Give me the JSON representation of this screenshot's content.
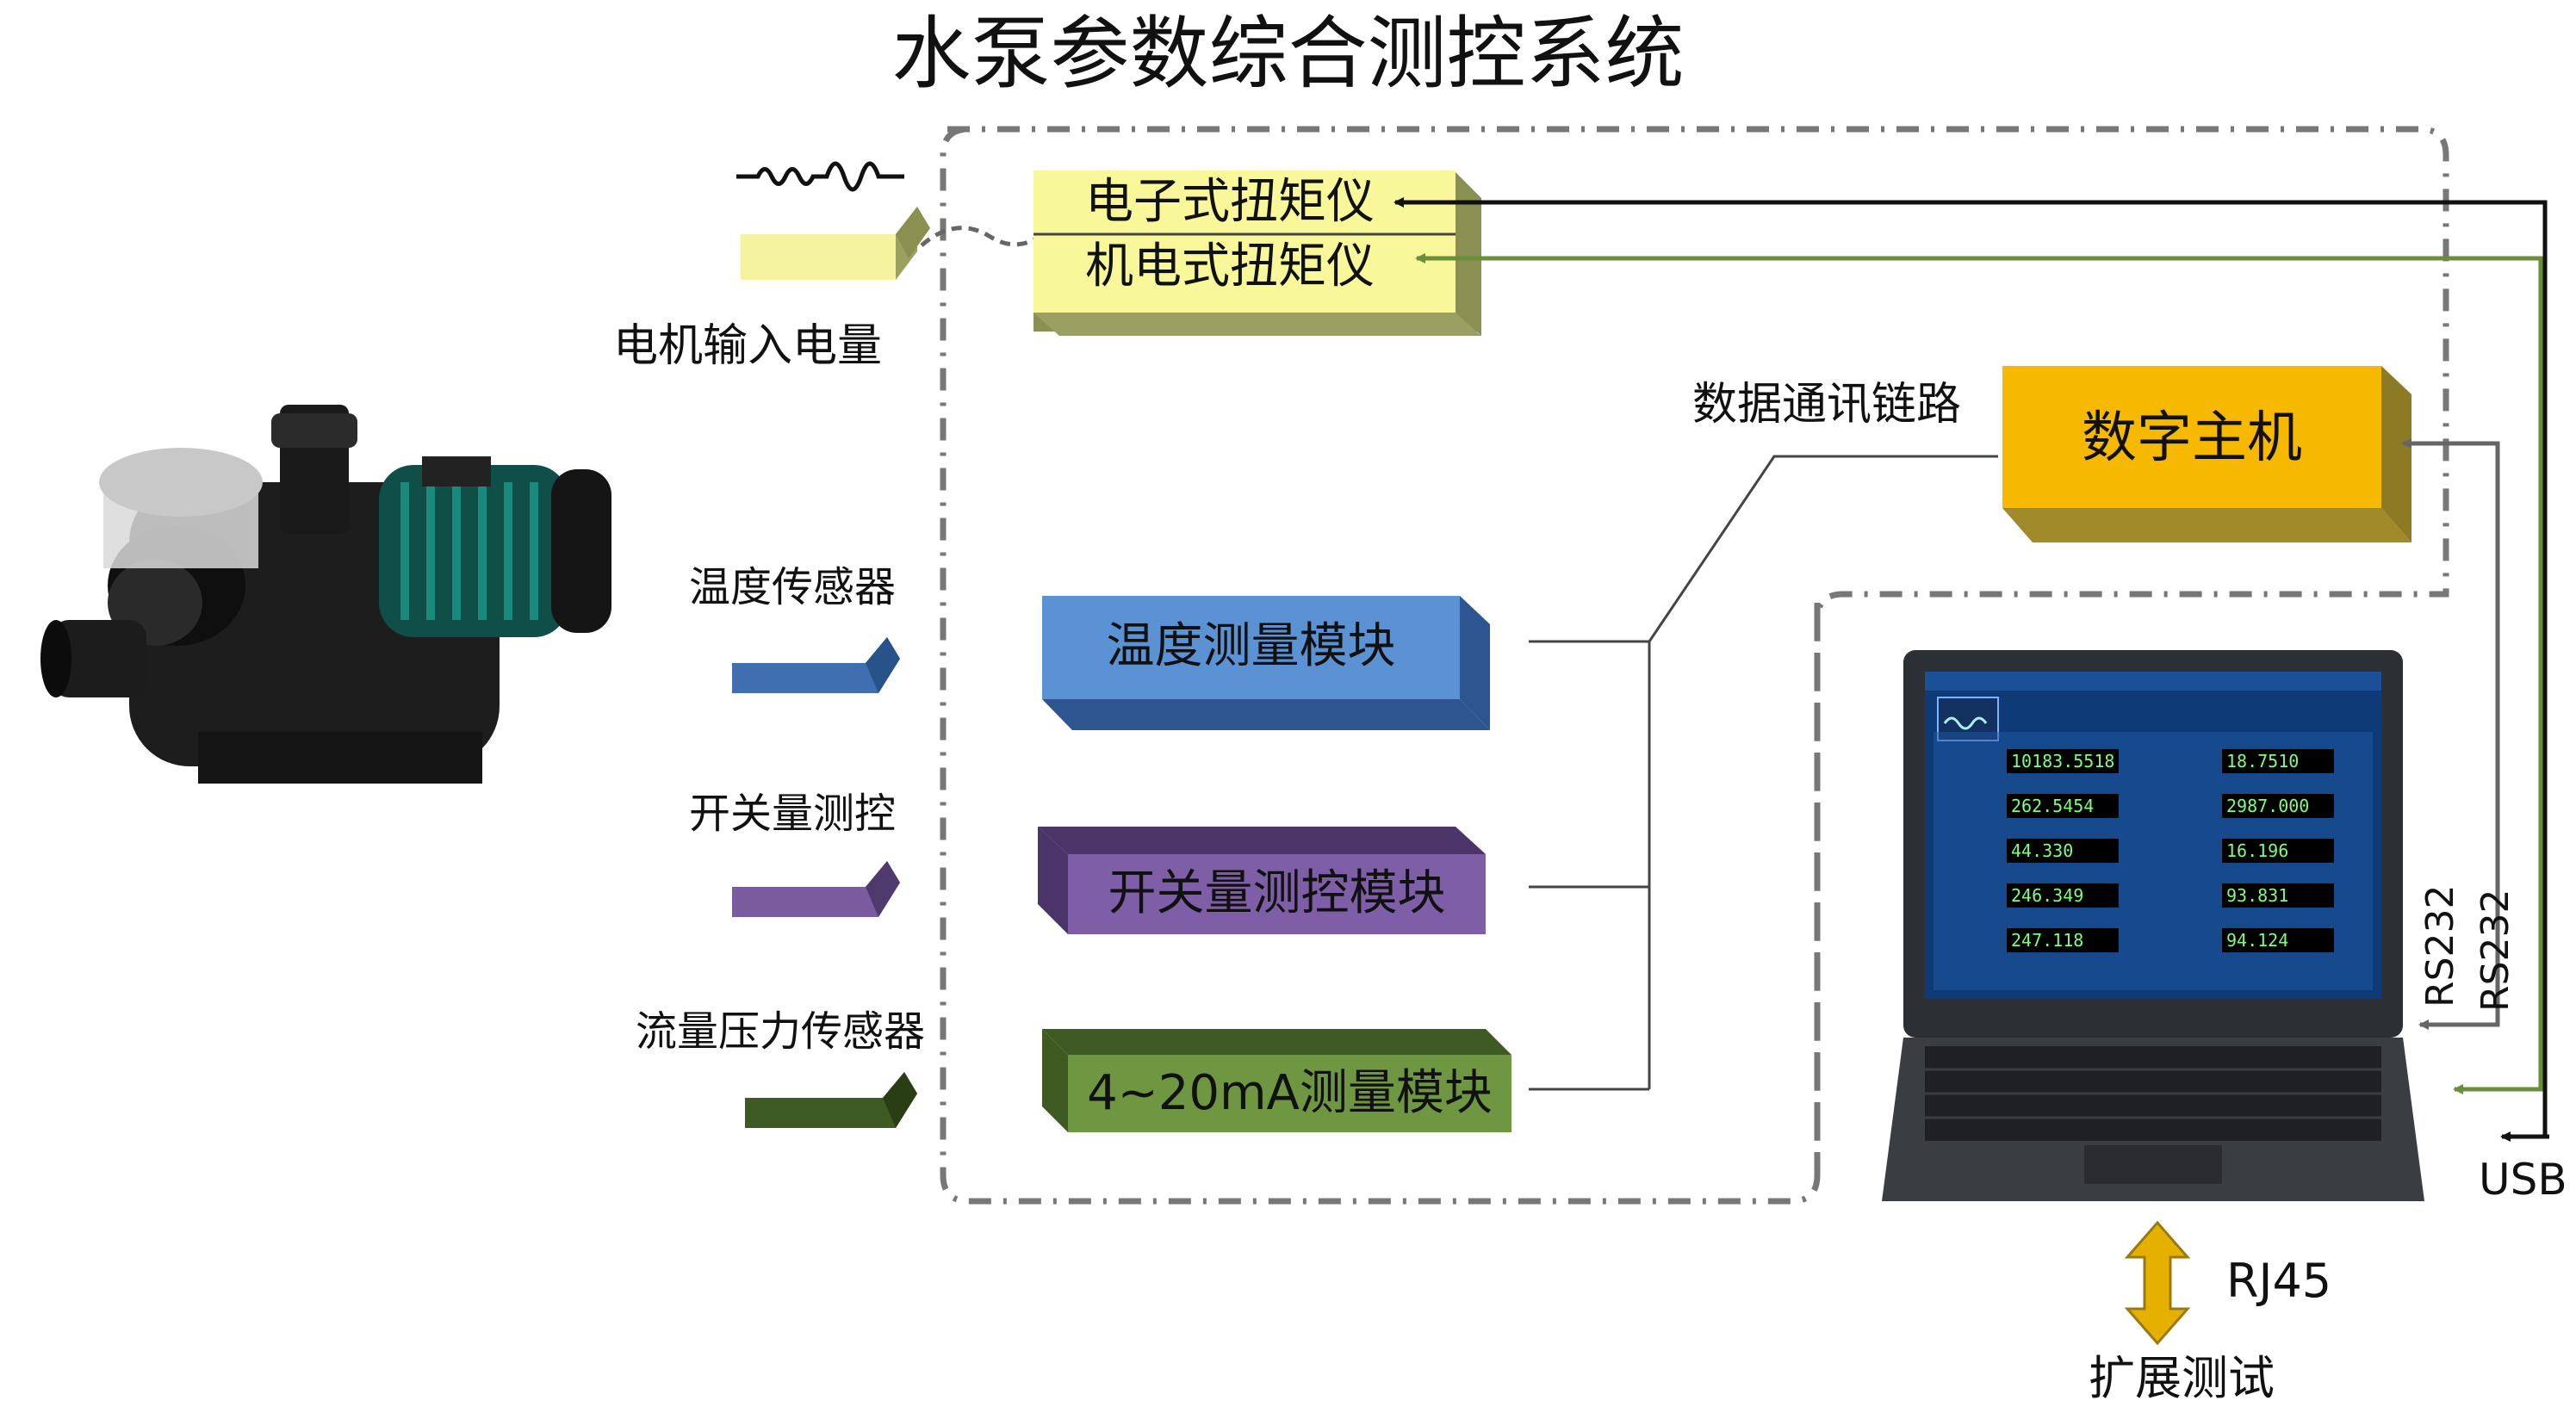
{
  "title": "水泵参数综合测控系统",
  "inputs": {
    "motor": "电机输入电量",
    "temperature": "温度传感器",
    "switch": "开关量测控",
    "flow_pressure": "流量压力传感器"
  },
  "modules": {
    "torque_electronic": "电子式扭矩仪",
    "torque_electromech": "机电式扭矩仪",
    "temperature": "温度测量模块",
    "switch": "开关量测控模块",
    "current_loop": "4~20mA测量模块",
    "host": "数字主机"
  },
  "link_label": "数据通讯链路",
  "ports": {
    "rs232_a": "RS232",
    "rs232_b": "RS232",
    "usb": "USB",
    "rj45": "RJ45"
  },
  "expansion": "扩展测试",
  "screen": {
    "values": [
      "10183.5518",
      "262.5454",
      "44.330",
      "246.349",
      "247.118",
      "18.7510",
      "2987.000",
      "16.196",
      "93.831",
      "94.124"
    ]
  },
  "colors": {
    "torque_box": "#f8f89a",
    "temperature": "#4f86c6",
    "switch": "#7a5c9e",
    "current_loop": "#6e8f3a",
    "host": "#f6b800",
    "line_black": "#111111",
    "line_green": "#6b8e3a",
    "line_gray": "#666666"
  }
}
